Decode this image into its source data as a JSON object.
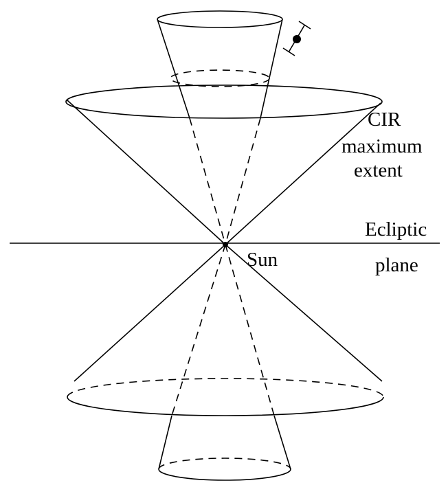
{
  "labels": {
    "cir": "CIR",
    "maximum": "maximum",
    "extent": "extent",
    "ecliptic": "Ecliptic",
    "plane": "plane",
    "sun": "Sun"
  }
}
